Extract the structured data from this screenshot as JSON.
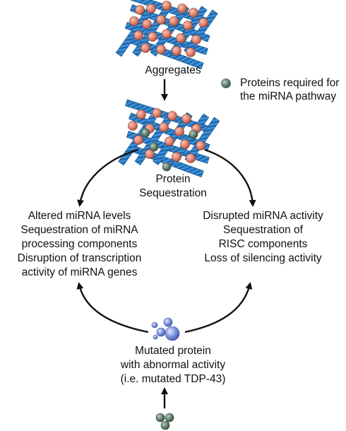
{
  "colors": {
    "fiber": "#3a8fd6",
    "fiber_stripe": "#1a5a9a",
    "aggregate_protein": "#e07f6a",
    "mirna_protein": "#5f7e6e",
    "mutant_protein": "#6d84d6",
    "arrow": "#111111"
  },
  "icons": {
    "aggregate_icon": "aggregate-fibers-icon",
    "sequestration_icon": "sequestration-fibers-icon",
    "legend_icon": "mirna-protein-dot-icon",
    "mutant_icon": "mutated-protein-spheres-icon",
    "native_icon": "native-protein-cluster-icon"
  },
  "labels": {
    "aggregates": "Aggregates",
    "protein_sequestration": [
      "Protein",
      "Sequestration"
    ],
    "left_effects": [
      "Altered miRNA levels",
      "Sequestration of miRNA",
      "processing components",
      "Disruption of transcription",
      "activity of miRNA genes"
    ],
    "right_effects": [
      "Disrupted miRNA activity",
      "Sequestration of",
      "RISC components",
      "Loss of silencing activity"
    ],
    "mutated_protein": [
      "Mutated protein",
      "with abnormal activity",
      "(i.e. mutated TDP-43)"
    ]
  },
  "legend": {
    "text": [
      "Proteins required for",
      "the miRNA pathway"
    ]
  }
}
